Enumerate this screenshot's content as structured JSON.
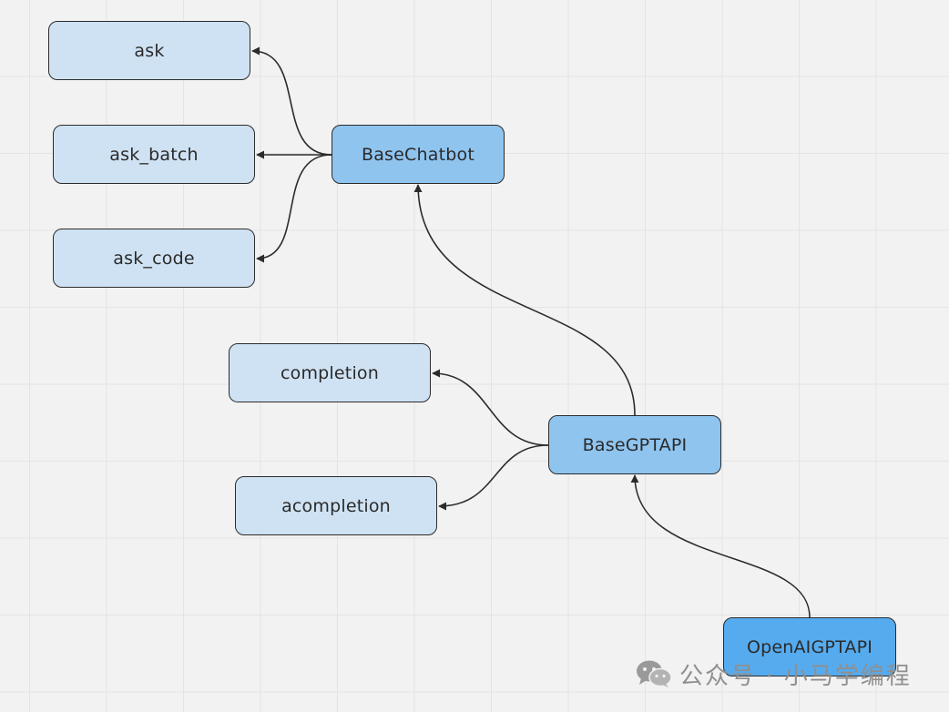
{
  "diagram": {
    "nodes": {
      "ask": "ask",
      "ask_batch": "ask_batch",
      "ask_code": "ask_code",
      "base_chatbot": "BaseChatbot",
      "completion": "completion",
      "acompletion": "acompletion",
      "base_gpt_api": "BaseGPTAPI",
      "openai_gpt_api": "OpenAIGPTAPI"
    },
    "colors": {
      "method_fill": "#cfe2f3",
      "class_fill": "#8fc4ef",
      "leaf_class_fill": "#56abee",
      "stroke": "#2b2b2b",
      "background": "#f2f2f2",
      "grid": "#e4e4e4"
    }
  },
  "watermark": {
    "icon": "wechat-icon",
    "text": "公众号 · 小马学编程"
  }
}
